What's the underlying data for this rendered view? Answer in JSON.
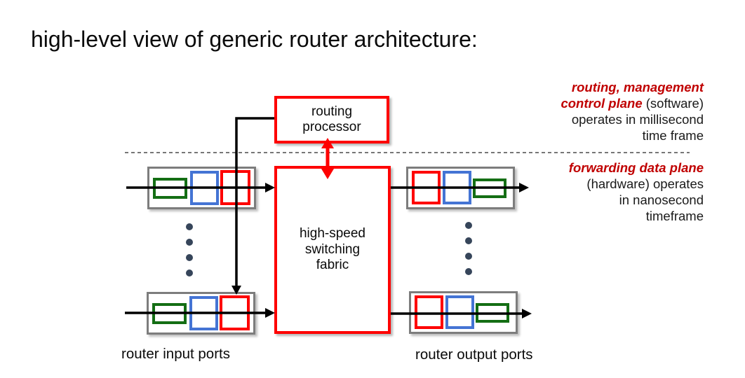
{
  "slide": {
    "title": "high-level view of generic router architecture:"
  },
  "diagram": {
    "routing_processor_label": "routing processor",
    "switching_fabric_label": "high-speed switching fabric",
    "input_ports_label": "router input ports",
    "output_ports_label": "router output ports"
  },
  "annotations": {
    "control_plane": {
      "line1": "routing, management",
      "line2_red": "control plane",
      "line2_black": " (software)",
      "line3": "operates in millisecond",
      "line4": "time frame"
    },
    "data_plane": {
      "line1": "forwarding data plane",
      "line2": "(hardware) operates",
      "line3": "in nanosecond",
      "line4": "timeframe"
    }
  },
  "colors": {
    "accent_red": "#fe0000",
    "text_red": "#c00000",
    "packet_green": "#146e14",
    "packet_blue": "#4474d4",
    "packet_red": "#fe0000",
    "port_border_gray": "#7d7d7d",
    "dot_slate": "#36455a"
  }
}
